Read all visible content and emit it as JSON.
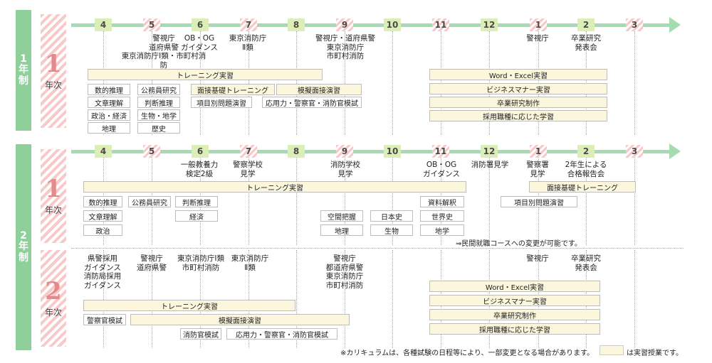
{
  "programs": {
    "one_year": "1\n年\n制",
    "two_year": "2\n年\n制"
  },
  "year_blocks": {
    "y1_num": "1",
    "y1_suf": "年次",
    "y2a_num": "1",
    "y2a_suf": "年次",
    "y2b_num": "2",
    "y2b_suf": "年次"
  },
  "months": [
    "4",
    "5",
    "6",
    "7",
    "8",
    "9",
    "10",
    "11",
    "12",
    "1",
    "2",
    "3"
  ],
  "one_year": {
    "events": {
      "may": "警視庁\n道府県警\n東京消防庁Ⅰ類・市町村消防",
      "jun": "OB・OG\nガイダンス",
      "jul": "東京消防庁\nⅡ類",
      "sep": "警視庁・道府県警\n東京消防庁\n市町村消防",
      "jan": "警視庁",
      "feb": "卒業研究\n発表会"
    },
    "courses": {
      "training": "トレーニング実習",
      "suteki": "数的推理",
      "bunsho": "文章理解",
      "seiji_keizai": "政治・経済",
      "chiri": "地理",
      "koumuin": "公務員研究",
      "handan": "判断推理",
      "seibutsu": "生物・地学",
      "rekishi": "歴史",
      "mensetsu_kiso": "面接基礎トレーニング",
      "mogi_mensetsu": "模擬面接演習",
      "koumoku": "項目別問題演習",
      "ouyou": "応用力・警察官・消防官模試",
      "word_excel": "Word・Excel実習",
      "business": "ビジネスマナー実習",
      "sotsuken": "卒業研究制作",
      "saiyou": "採用職種に応じた学習"
    }
  },
  "two_year_y1": {
    "events": {
      "jun": "一般教養力\n検定2級",
      "jul": "警察学校\n見学",
      "sep": "消防学校\n見学",
      "nov": "OB・OG\nガイダンス",
      "dec": "消防署見学",
      "jan": "警察署\n見学",
      "feb": "2年生による\n合格報告会"
    },
    "courses": {
      "training": "トレーニング実習",
      "suteki": "数的推理",
      "bunsho": "文章理解",
      "seiji": "政治",
      "koumuin": "公務員研究",
      "handan": "判断推理",
      "keizai": "経済",
      "kukan": "空間把握",
      "chiri": "地理",
      "nihonshi": "日本史",
      "seibutsu": "生物",
      "shiryou": "資料解釈",
      "sekaishi": "世界史",
      "chigaku": "地学",
      "mensetsu_kiso": "面接基礎トレーニング",
      "koumoku": "項目別問題演習"
    },
    "note": "⇒民間就職コースへの変更が可能です。"
  },
  "two_year_y2": {
    "events": {
      "apr": "県警採用\nガイダンス\n消防局採用\nガイダンス",
      "may": "警視庁\n道府県警",
      "jun": "東京消防庁Ⅰ類\n市町村消防",
      "jul": "東京消防庁\nⅡ類",
      "sep": "警視庁\n都道府県警\n東京消防庁\n市町村消防",
      "jan": "警視庁",
      "feb": "卒業研究\n発表会"
    },
    "courses": {
      "training": "トレーニング実習",
      "keisatsu_mogi": "警察官模試",
      "mogi_mensetsu": "模擬面接演習",
      "shoubou_mogi": "消防官模試",
      "ouyou": "応用力・警察官・消防官模試",
      "word_excel": "Word・Excel実習",
      "business": "ビジネスマナー実習",
      "sotsuken": "卒業研究制作",
      "saiyou": "採用職種に応じた学習"
    }
  },
  "footer": {
    "note": "※カリキュラムは、各種試験の日程等により、一部変更となる場合があります。",
    "legend": "は実習授業です。"
  },
  "colors": {
    "green": "#8fcf9a",
    "timeline": "#a5dbb1",
    "practical": "#fbf6dc",
    "stripe": "#f7c9c9"
  }
}
